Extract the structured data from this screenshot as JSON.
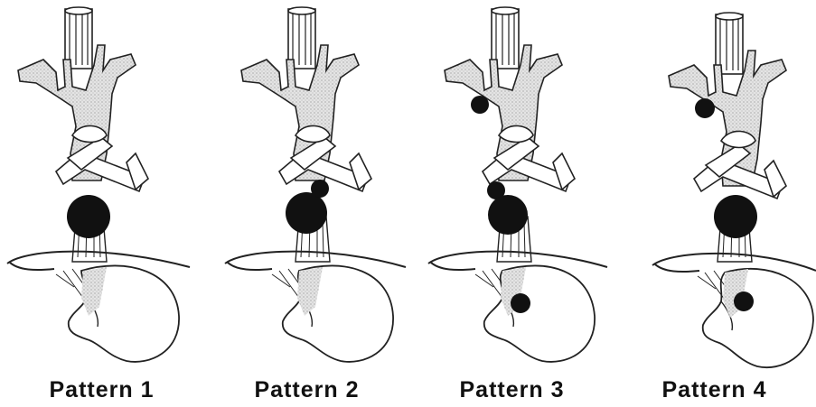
{
  "figure": {
    "patterns": [
      {
        "label": "Pattern 1"
      },
      {
        "label": "Pattern 2"
      },
      {
        "label": "Pattern 3"
      },
      {
        "label": "Pattern 4"
      }
    ]
  }
}
